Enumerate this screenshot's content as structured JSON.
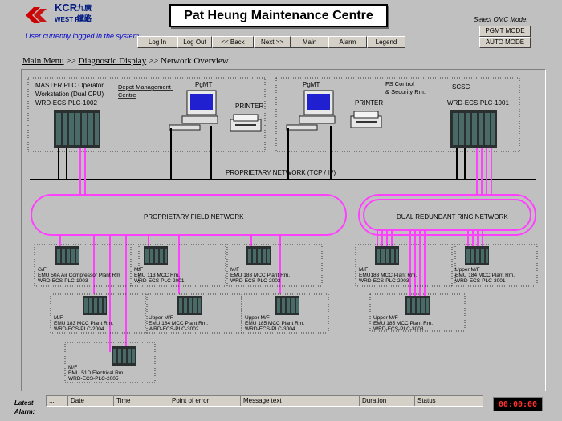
{
  "brand": {
    "name": "KCR",
    "chinese": "九廣鐵路",
    "sub": "WEST RAIL",
    "color": "#cc0000"
  },
  "title": "Pat Heung Maintenance Centre",
  "user_line": "User currently logged in the system:",
  "nav": [
    "Log In",
    "Log Out",
    "<< Back",
    "Next >>",
    "Main",
    "Alarm",
    "Legend"
  ],
  "omc": {
    "label": "Select OMC Mode:",
    "buttons": [
      "PGMT MODE",
      "AUTO MODE"
    ]
  },
  "breadcrumb": {
    "items": [
      "Main Menu",
      "Diagnostic Display"
    ],
    "sep": " >> ",
    "current": "Network Overview"
  },
  "diagram": {
    "left_station": {
      "title_lines": [
        "MASTER PLC Operator",
        "Workstation (Dual CPU)",
        "WRD-ECS-PLC-1002"
      ],
      "link_lines": [
        "Depot Management",
        "Centre"
      ],
      "pgmt": "PgMT",
      "printer": "PRINTER"
    },
    "right_station": {
      "pgmt": "PgMT",
      "printer": "PRINTER",
      "link_lines": [
        "FS Control",
        "& Security Rm."
      ],
      "scsc": "SCSC",
      "plc": "WRD-ECS-PLC-1001"
    },
    "proprietary_network": "PROPRIETARY NETWORK (TCP / IP)",
    "field_network": "PROPRIETARY FIELD NETWORK",
    "ring_network": "DUAL REDUNDANT RING NETWORK",
    "plcs": [
      {
        "lines": [
          "G/F",
          "EMU 50A  Air Compressor Plant Rm",
          "WRD-ECS-PLC-1003"
        ]
      },
      {
        "lines": [
          "M/F",
          "EMU 113 MCC Rm.",
          "WRD-ECS-PLC-2001"
        ]
      },
      {
        "lines": [
          "M/F",
          "EMU 183 MCC Plant Rm.",
          "WRD-ECS-PLC-2002"
        ]
      },
      {
        "lines": [
          "M/F",
          "EMU 183 MCC Plant Rm.",
          "WRD-ECS-PLC-2004"
        ]
      },
      {
        "lines": [
          "Upper M/F",
          "EMU 184 MCC Plant Rm.",
          "WRD-ECS-PLC-3002"
        ]
      },
      {
        "lines": [
          "Upper M/F",
          "EMU 185 MCC Plant Rm.",
          "WRD-ECS-PLC-3004"
        ]
      },
      {
        "lines": [
          "M/F",
          "EMU 51D Electrical Rm.",
          "WRD-ECS-PLC-2005"
        ]
      },
      {
        "lines": [
          "M/F",
          "EMU183 MCC Plant Rm.",
          "WRD-ECS-PLC-2003"
        ]
      },
      {
        "lines": [
          "Upper M/F",
          "EMU 184 MCC Plant  Rm.",
          "WRD-ECS-PLC-3001"
        ]
      },
      {
        "lines": [
          "Upper M/F",
          "EMU 185 MCC Plant Rm.",
          "WRD-ECS-PLC-3003"
        ]
      }
    ],
    "colors": {
      "network": "#ff40ff",
      "plc": "#2a3030",
      "plc_module": "#4a6a68"
    }
  },
  "alarm": {
    "label_lines": [
      "Latest",
      "Alarm:"
    ],
    "columns": [
      "...",
      "Date",
      "Time",
      "Point of error",
      "Message text",
      "Duration",
      "Status"
    ],
    "clock": "00:00:00"
  }
}
